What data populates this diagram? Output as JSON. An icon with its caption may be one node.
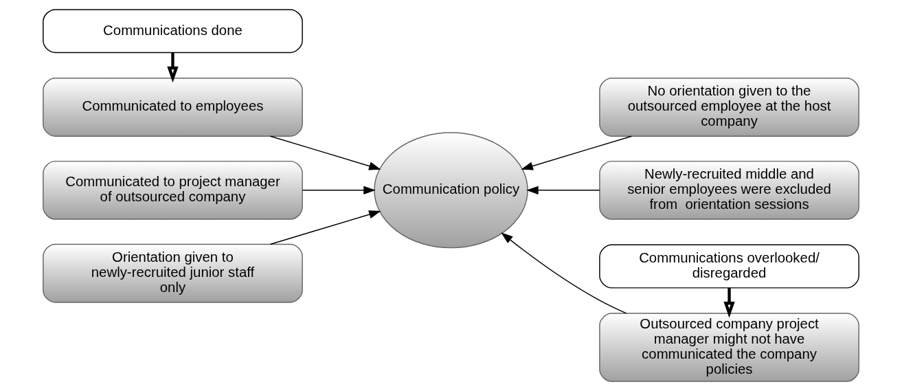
{
  "diagram": {
    "nodes": [
      {
        "text": [
          "Communications done"
        ]
      },
      {
        "text": [
          "Communicated to employees"
        ]
      },
      {
        "text": [
          "Communicated to project manager of outsourced company"
        ]
      },
      {
        "text": [
          "Orientation given to newly-recruited junior staff only"
        ]
      },
      {
        "text": [
          "Communication policy"
        ]
      },
      {
        "text": [
          "Communications overlooked/ disregarded"
        ]
      },
      {
        "text": [
          "Outsourced company project manager might not have communicated the company policies"
        ]
      },
      {
        "text": [
          "No orientation given to the outsourced employee at the host company"
        ]
      },
      {
        "text": [
          "Newly-recruited middle and senior employees were excluded from  orientation sessions"
        ]
      }
    ],
    "edges": [
      {
        "from": 0,
        "to": 1,
        "arrow": "to",
        "style": "thick"
      },
      {
        "from": 5,
        "to": 6,
        "arrow": "to",
        "style": "thick"
      },
      {
        "from": 1,
        "to": 4,
        "arrow": "to"
      },
      {
        "from": 2,
        "to": 4,
        "arrow": "to"
      },
      {
        "from": 3,
        "to": 4,
        "arrow": "to"
      },
      {
        "from": 6,
        "to": 4,
        "arrow": "to"
      },
      {
        "from": 7,
        "to": 4,
        "arrow": "to"
      },
      {
        "from": 8,
        "to": 4,
        "arrow": "to"
      }
    ]
  }
}
